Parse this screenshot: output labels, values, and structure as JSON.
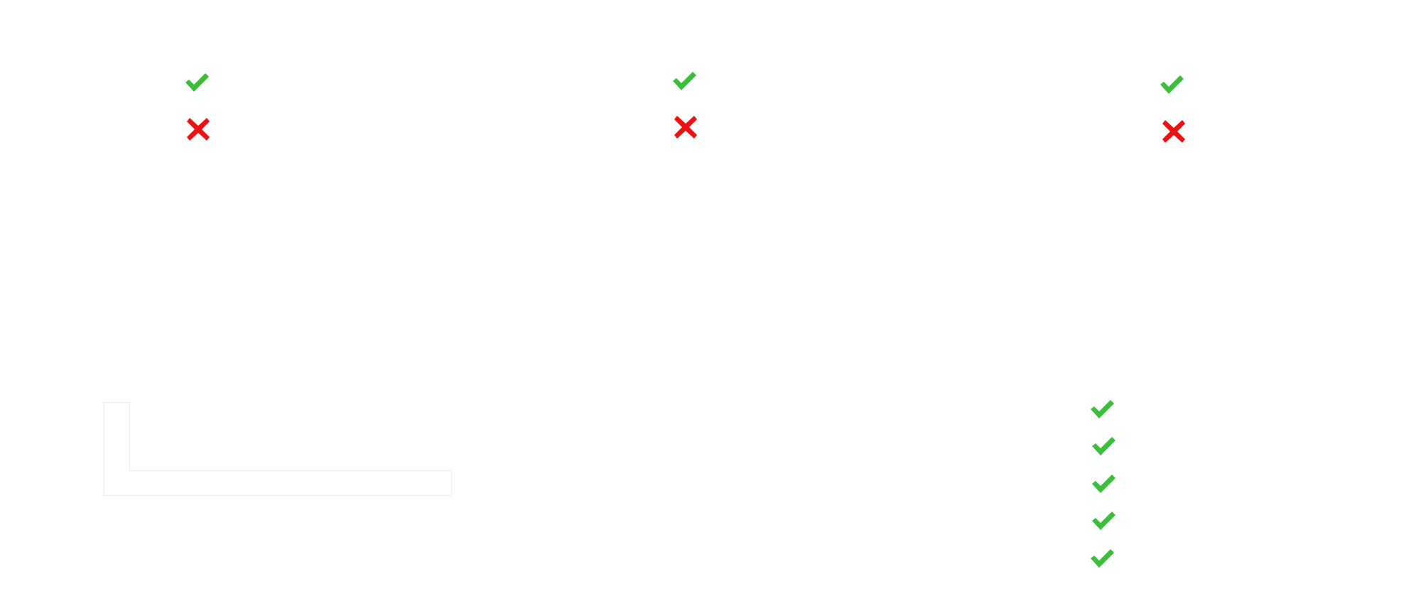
{
  "colors": {
    "check": "#3bbf3b",
    "cross": "#ee1111",
    "outline": "#ededed"
  },
  "icons": {
    "check": "check-icon",
    "cross": "cross-icon"
  },
  "columns": [
    {
      "status": [
        "check",
        "cross"
      ]
    },
    {
      "status": [
        "check",
        "cross"
      ]
    },
    {
      "status": [
        "check",
        "cross"
      ]
    }
  ],
  "checklist": [
    "check",
    "check",
    "check",
    "check",
    "check"
  ]
}
